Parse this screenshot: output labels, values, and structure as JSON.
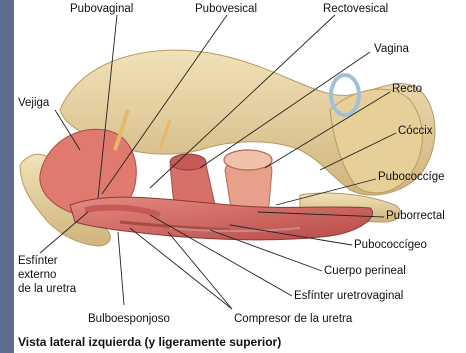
{
  "figure": {
    "labels": {
      "pubovaginal": "Pubovaginal",
      "pubovesical": "Pubovesical",
      "rectovesical": "Rectovesical",
      "vagina": "Vagina",
      "vejiga": "Vejiga",
      "recto": "Recto",
      "coccix": "Cóccix",
      "pubococcige": "Pubococcíge",
      "puborrectal": "Puborrectal",
      "pubococcigeo": "Pubococcígeo",
      "cuerpo_perineal": "Cuerpo perineal",
      "esfinter_uretrovaginal": "Esfínter uretrovaginal",
      "compresor_uretra": "Compresor de la uretra",
      "bulboesponjoso": "Bulboesponjoso",
      "esfinter_externo_line1": "Esfínter",
      "esfinter_externo_line2": "externo",
      "esfinter_externo_line3": "de la uretra"
    },
    "caption": "Vista lateral izquierda (y ligeramente superior)"
  },
  "colors": {
    "bone": "#e9d6a6",
    "bone_shadow": "#c9b07a",
    "muscle": "#d8706a",
    "muscle_dark": "#b84a48",
    "bladder": "#e07a6e",
    "rectum": "#e8a08a",
    "ligament": "#e8b86a",
    "background_left": "#6b6b8c"
  }
}
